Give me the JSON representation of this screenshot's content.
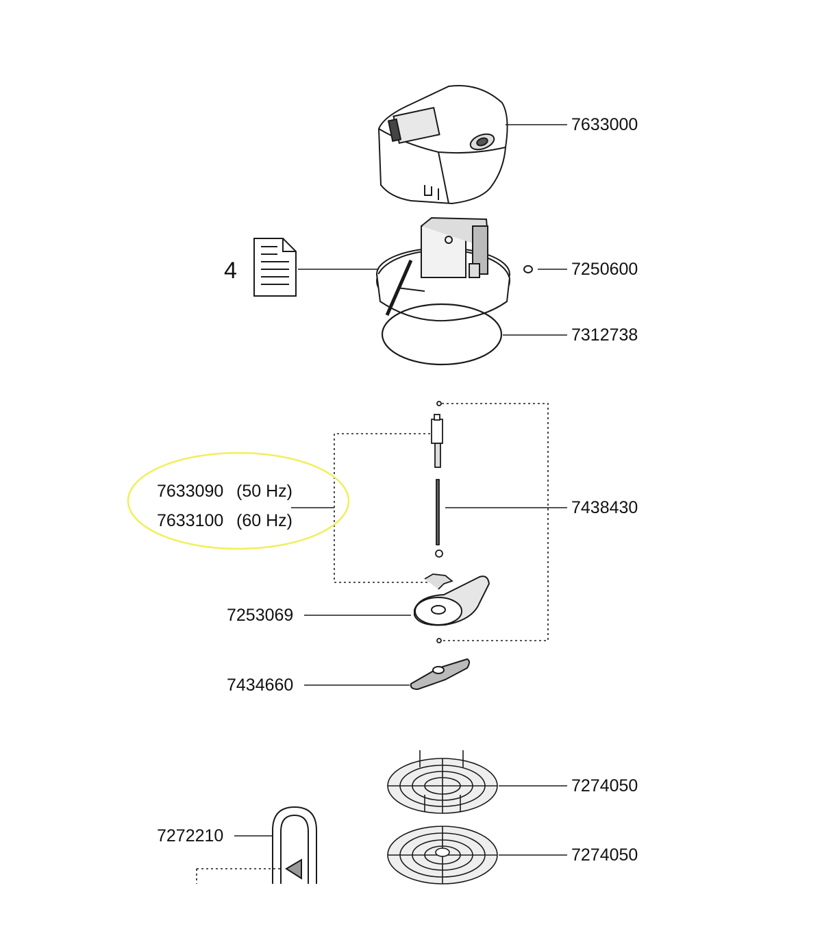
{
  "document_ref": "4",
  "parts": {
    "cover": "7633000",
    "o_ring_small": "7250600",
    "seal_ring": "7312738",
    "shaft_assembly": "7438430",
    "impeller_bracket": "7253069",
    "impeller_blade": "7434660",
    "grid_top": "7274050",
    "grid_bottom": "7274050",
    "tube": "7272210"
  },
  "motor_variants": [
    {
      "code": "7633090",
      "freq": "(50 Hz)"
    },
    {
      "code": "7633100",
      "freq": "(60 Hz)"
    }
  ],
  "colors": {
    "line": "#1a1a1a",
    "highlight_ellipse": "#f0ef5a"
  }
}
